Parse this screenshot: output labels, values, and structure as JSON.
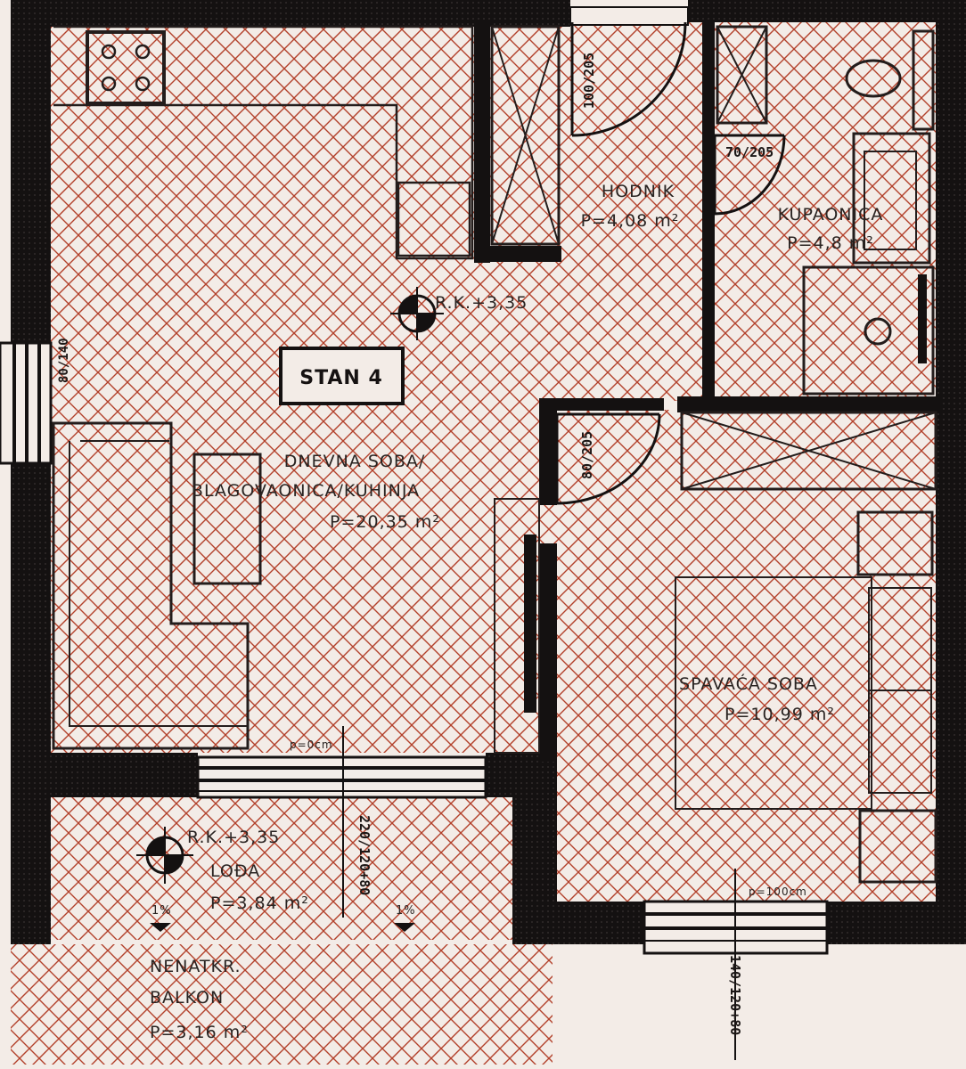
{
  "plan": {
    "unit_name": "STAN 4",
    "colors": {
      "wall": "#141111",
      "hatch": "#b2402a",
      "paper": "#f3ece7",
      "line": "#231d1c"
    },
    "rooms": {
      "living": {
        "name_line1": "DNEVNA SOBA/",
        "name_line2": "BLAGOVAONICA/KUHINJA",
        "area": "P=20,35 m²"
      },
      "hall": {
        "name": "HODNIK",
        "area": "P=4,08 m²"
      },
      "bath": {
        "name": "KUPAONICA",
        "area": "P=4,8 m²"
      },
      "bedroom": {
        "name": "SPAVAĆA SOBA",
        "area": "P=10,99 m²"
      },
      "loggia": {
        "level": "R.K.+3,35",
        "name": "LOĐA",
        "area": "P=3,84 m²"
      },
      "balcony": {
        "name_line1": "NENATKR.",
        "name_line2": "BALKON",
        "area": "P=3,16 m²"
      }
    },
    "levels": {
      "main": "R.K.+3,35"
    },
    "doors": {
      "entry": "100/205",
      "bath": "70/205",
      "bedroom": "80/205"
    },
    "windows": {
      "living_side": "80/140",
      "loggia": "220/120+80",
      "bedroom": "140/120+80",
      "loggia_parapet": "p=0cm",
      "bedroom_parapet": "p=100cm"
    },
    "slopes": {
      "left": "1%",
      "right": "1%"
    }
  }
}
